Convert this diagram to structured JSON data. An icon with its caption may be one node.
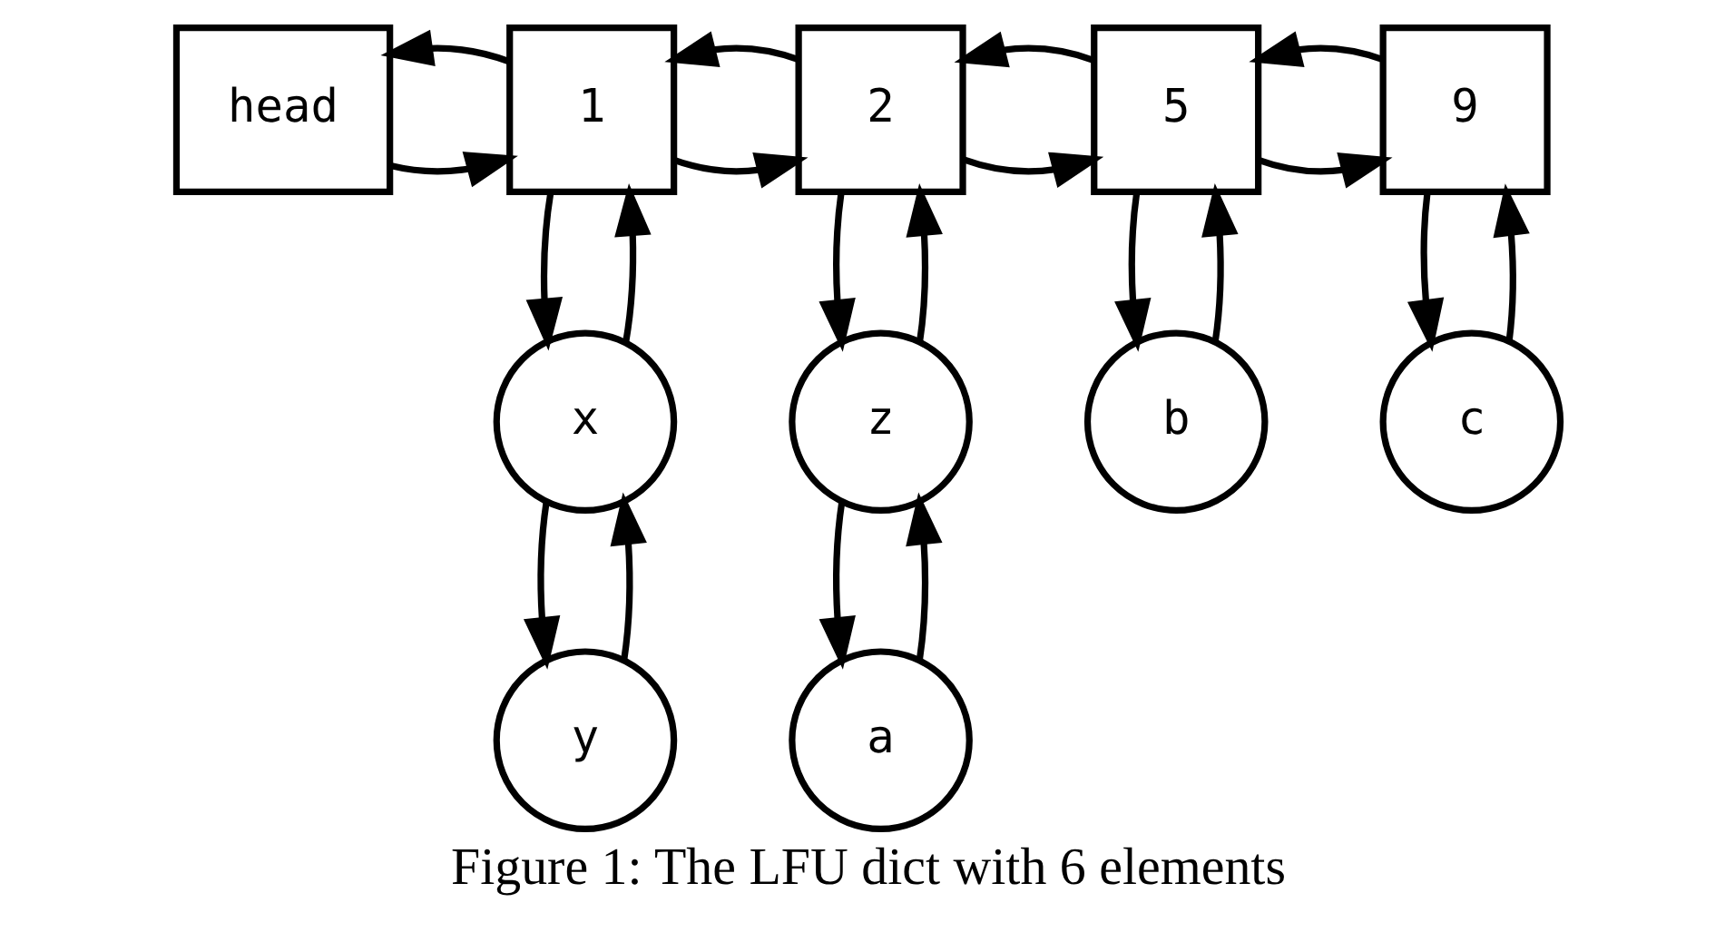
{
  "diagram": {
    "caption": "Figure 1: The LFU dict with 6 elements",
    "nodes": [
      {
        "text": [
          "head"
        ]
      },
      {
        "text": [
          "1"
        ]
      },
      {
        "text": [
          "2"
        ]
      },
      {
        "text": [
          "5"
        ]
      },
      {
        "text": [
          "9"
        ]
      },
      {
        "text": [
          "x"
        ]
      },
      {
        "text": [
          "y"
        ]
      },
      {
        "text": [
          "z"
        ]
      },
      {
        "text": [
          "a"
        ]
      },
      {
        "text": [
          "b"
        ]
      },
      {
        "text": [
          "c"
        ]
      }
    ],
    "edges": [
      {
        "from": 0,
        "to": 1,
        "arrow": "to"
      },
      {
        "from": 1,
        "to": 0,
        "arrow": "to"
      },
      {
        "from": 1,
        "to": 2,
        "arrow": "to"
      },
      {
        "from": 2,
        "to": 1,
        "arrow": "to"
      },
      {
        "from": 2,
        "to": 3,
        "arrow": "to"
      },
      {
        "from": 3,
        "to": 2,
        "arrow": "to"
      },
      {
        "from": 3,
        "to": 4,
        "arrow": "to"
      },
      {
        "from": 4,
        "to": 3,
        "arrow": "to"
      },
      {
        "from": 1,
        "to": 5,
        "arrow": "to"
      },
      {
        "from": 5,
        "to": 1,
        "arrow": "to"
      },
      {
        "from": 5,
        "to": 6,
        "arrow": "to"
      },
      {
        "from": 6,
        "to": 5,
        "arrow": "to"
      },
      {
        "from": 2,
        "to": 7,
        "arrow": "to"
      },
      {
        "from": 7,
        "to": 2,
        "arrow": "to"
      },
      {
        "from": 7,
        "to": 8,
        "arrow": "to"
      },
      {
        "from": 8,
        "to": 7,
        "arrow": "to"
      },
      {
        "from": 3,
        "to": 9,
        "arrow": "to"
      },
      {
        "from": 9,
        "to": 3,
        "arrow": "to"
      },
      {
        "from": 4,
        "to": 10,
        "arrow": "to"
      },
      {
        "from": 10,
        "to": 4,
        "arrow": "to"
      }
    ]
  }
}
